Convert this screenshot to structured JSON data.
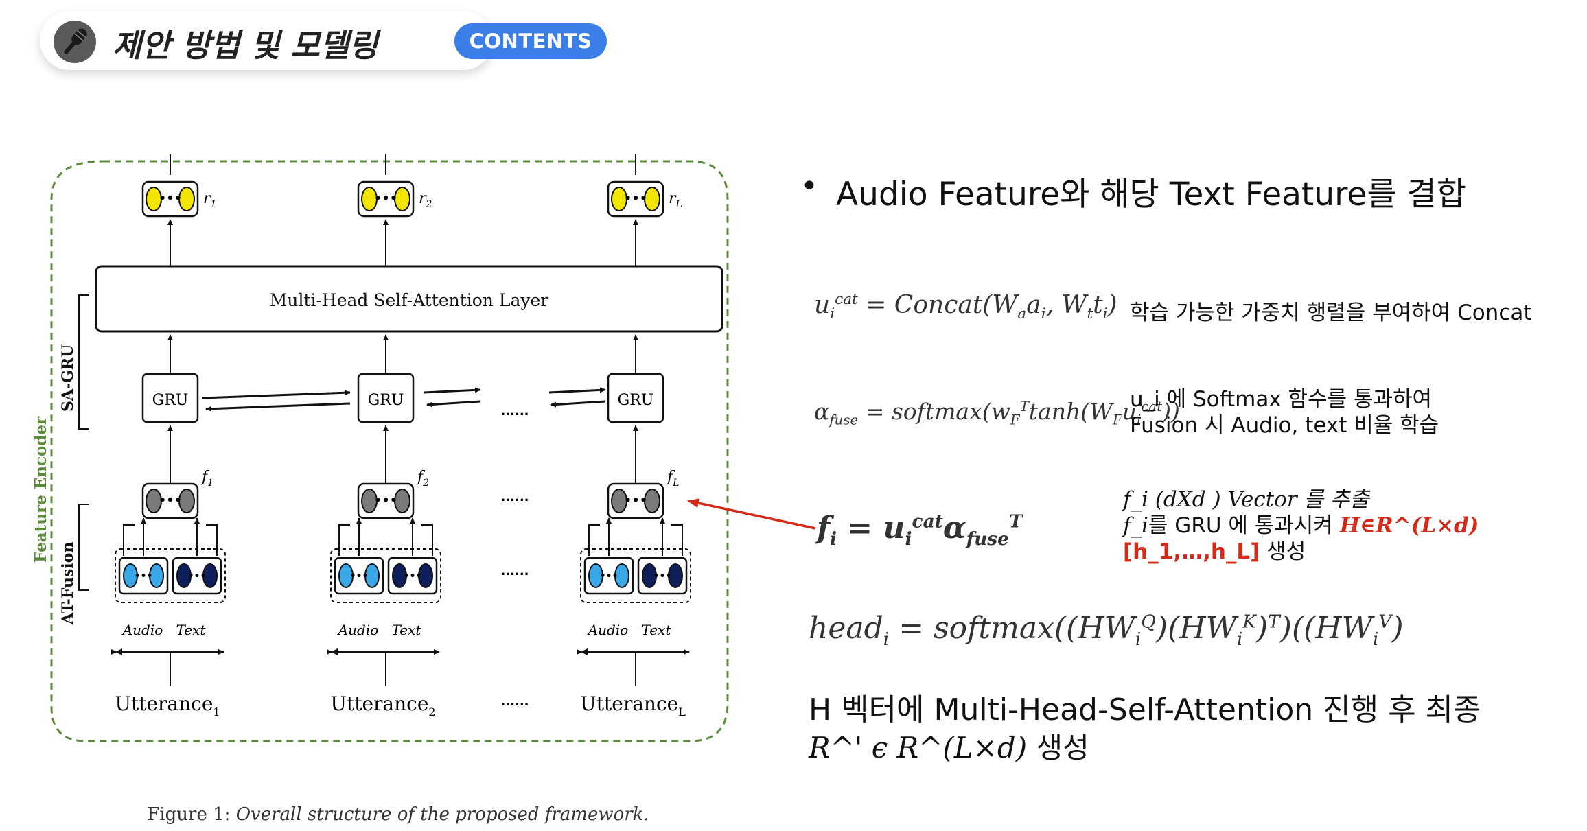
{
  "header": {
    "title": "제안 방법 및 모델링",
    "contents_label": "CONTENTS",
    "icon": "microphone-icon",
    "accent_color": "#3b7ee8"
  },
  "diagram": {
    "encoder_label": "Feature Encoder",
    "sa_gru_label": "SA-GRU",
    "at_fusion_label": "AT-Fusion",
    "attention_layer_label": "Multi-Head Self-Attention Layer",
    "gru_label": "GRU",
    "audio_label": "Audio",
    "text_label": "Text",
    "ellipsis": "......",
    "utterances": [
      "Utterance",
      "Utterance",
      "Utterance"
    ],
    "utterance_subs": [
      "1",
      "2",
      "L"
    ],
    "r_subs": [
      "1",
      "2",
      "L"
    ],
    "f_subs": [
      "1",
      "2",
      "L"
    ],
    "caption_prefix": "Figure 1:",
    "caption_body": "Overall structure of the proposed framework.",
    "arrow_color": "#d42a1a",
    "border_color": "#5b8a3a",
    "audio_color": "#3aa7e6",
    "text_color": "#0f1f5c",
    "output_color": "#f2e600"
  },
  "right": {
    "bullet": "Audio Feature와 해당 Text Feature를 결합",
    "eq1_desc": "학습 가능한 가중치 행렬을 부여하여 Concat",
    "eq2_desc_line1": "u_i 에 Softmax 함수를 통과하여",
    "eq2_desc_line2": "Fusion 시 Audio, text  비율 학습",
    "eq3_desc_line1": "f_i   (dXd ) Vector 를 추출",
    "eq3_desc_line2_a": "f_i",
    "eq3_desc_line2_b": "를 GRU 에 통과시켜 ",
    "eq3_desc_line2_red": "H∈R^(L×d)",
    "eq3_desc_line3_red": "[h_1,…,h_L]",
    "eq3_desc_line3_b": " 생성",
    "final_line1": "H 벡터에 Multi-Head-Self-Attention 진행 후 최종",
    "final_line2_math": "R^' ϵ R^(L×d)",
    "final_line2_b": " 생성"
  }
}
